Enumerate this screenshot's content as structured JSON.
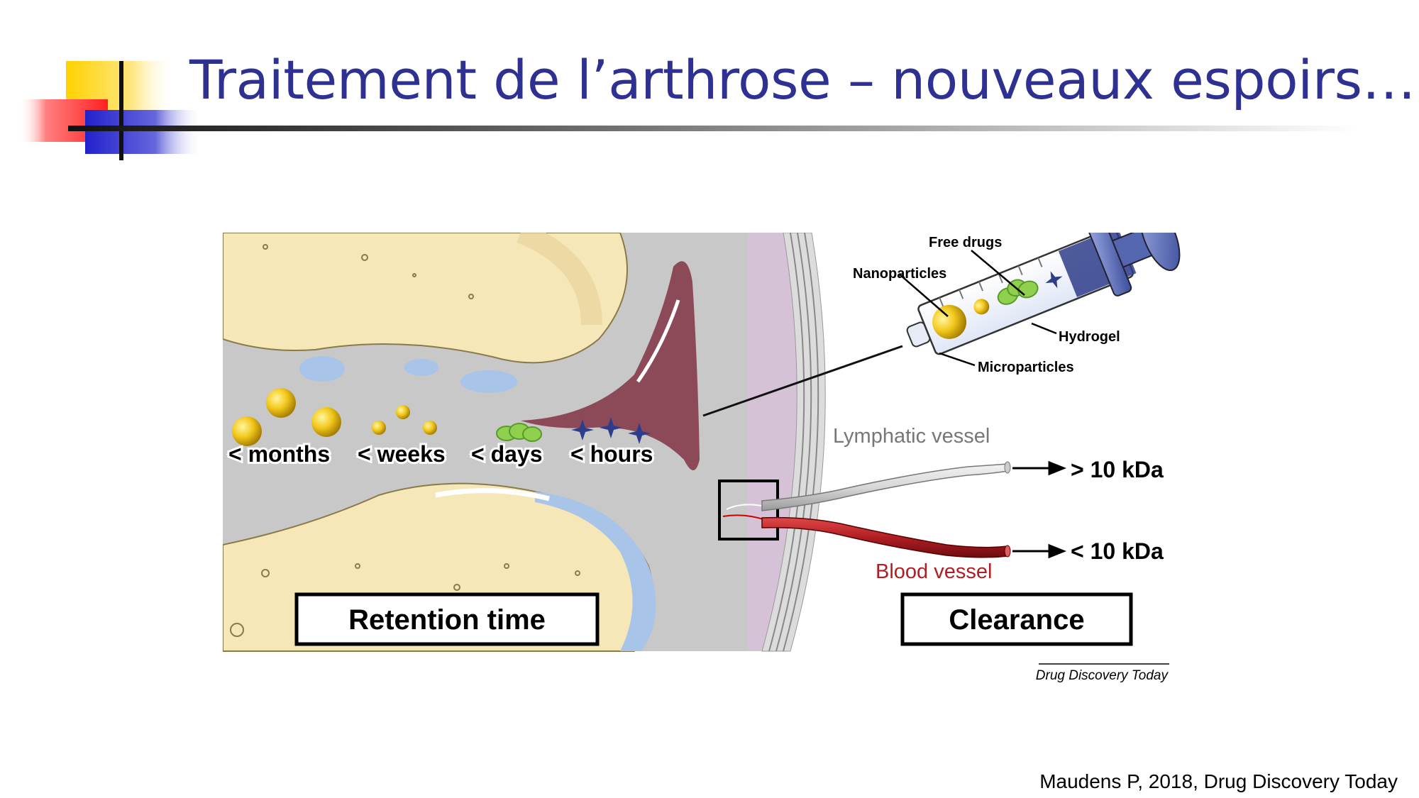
{
  "slide": {
    "title": "Traitement de l’arthrose – nouveaux espoirs…",
    "citation": "Maudens P, 2018, Drug Discovery Today"
  },
  "figure": {
    "retention_labels": [
      "< months",
      "< weeks",
      "< days",
      "< hours"
    ],
    "syringe_labels": {
      "free_drugs": "Free drugs",
      "nanoparticles": "Nanoparticles",
      "hydrogel": "Hydrogel",
      "microparticles": "Microparticles"
    },
    "vessels": {
      "lymphatic": "Lymphatic vessel",
      "blood": "Blood vessel",
      "lymphatic_output": "> 10 kDa",
      "blood_output": "< 10 kDa"
    },
    "boxes": {
      "retention": "Retention time",
      "clearance": "Clearance"
    },
    "journal": "Drug Discovery Today"
  },
  "colors": {
    "title": "#2e3192",
    "bone": "#f6e7b8",
    "synovial_fluid": "#c8c8c8",
    "capsule": "#d6c2d6",
    "cartilage_blue": "#a8c4e8",
    "meniscus": "#8c4a58",
    "blood_vessel": "#b01e24",
    "particles": "#e0b81c"
  }
}
